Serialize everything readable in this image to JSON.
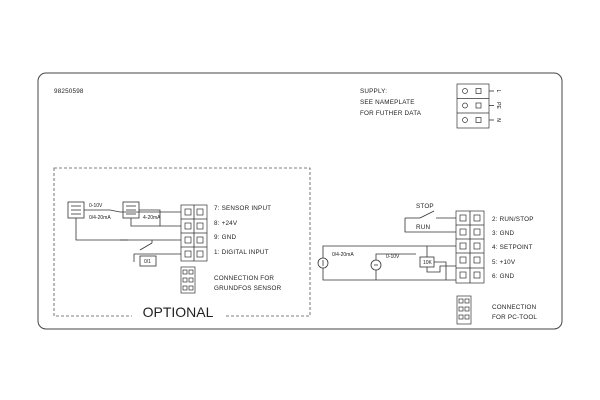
{
  "part_number": "98250598",
  "supply": {
    "lines": [
      "SUPPLY:",
      "SEE NAMEPLATE",
      "FOR FUTHER DATA"
    ],
    "terminals": [
      "L",
      "PE",
      "N"
    ]
  },
  "sensor_block": {
    "labels_left": [
      "0-10V",
      "0/4-20mA",
      "4-20mA",
      "0/1"
    ],
    "terminals": [
      "7: SENSOR INPUT",
      "8: +24V",
      "9: GND",
      "1: DIGITAL INPUT"
    ],
    "connection_lines": [
      "CONNECTION FOR",
      "GRUNDFOS SENSOR"
    ],
    "optional": "OPTIONAL"
  },
  "control_block": {
    "switch_labels": [
      "STOP",
      "RUN"
    ],
    "source_labels": [
      "0/4-20mA",
      "0-10V",
      "10K"
    ],
    "terminals": [
      "2: RUN/STOP",
      "3: GND",
      "4: SETPOINT",
      "5: +10V",
      "6: GND"
    ]
  },
  "pc_tool": {
    "lines": [
      "CONNECTION",
      "FOR PC-TOOL"
    ]
  }
}
